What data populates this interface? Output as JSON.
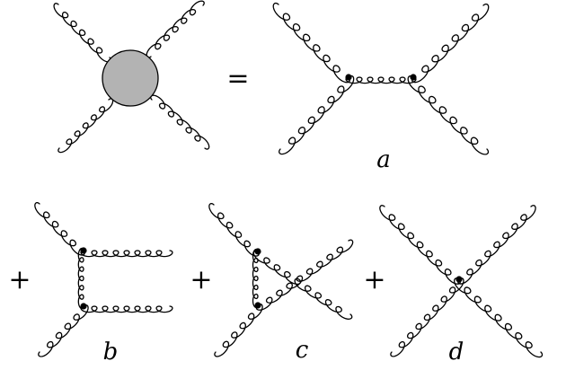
{
  "diagram": {
    "equals": "=",
    "plus": "+",
    "labels": {
      "a": "a",
      "b": "b",
      "c": "c",
      "d": "d"
    }
  },
  "colors": {
    "blob_fill": "#b3b3b3",
    "line": "#000000"
  }
}
